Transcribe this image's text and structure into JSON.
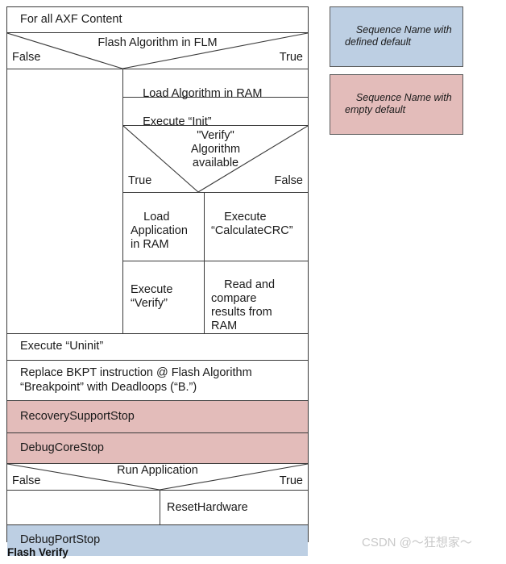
{
  "caption": "Flash Verify",
  "watermark": "CSDN @～狂想家～",
  "colors": {
    "pink": "#e3bcba",
    "blue": "#bdcfe3",
    "stroke": "#3a3a3a",
    "text": "#1a1a1a"
  },
  "legend": {
    "defined": "Sequence Name with\ndefined default",
    "empty": "Sequence Name with\nempty default"
  },
  "flow": {
    "header": "For all AXF Content",
    "decision_flm": {
      "title": "Flash Algorithm in FLM",
      "left_label": "False",
      "right_label": "True"
    },
    "load_algorithm": "Load Algorithm in RAM",
    "execute_init": "Execute “Init”",
    "decision_verify": {
      "title": "\"Verify\"\nAlgorithm\navailable",
      "left_label": "True",
      "right_label": "False"
    },
    "load_application": "Load\nApplication\nin RAM",
    "execute_calculatecrc": "Execute\n“CalculateCRC”",
    "execute_verify": "Execute\n“Verify”",
    "read_compare": "Read and\ncompare\nresults from\nRAM",
    "execute_uninit": "Execute “Uninit”",
    "replace_bkpt": "Replace BKPT instruction @ Flash Algorithm\n“Breakpoint” with Deadloops (“B.”)",
    "recovery_support_stop": "RecoverySupportStop",
    "debug_core_stop": "DebugCoreStop",
    "decision_run": {
      "title": "Run Application",
      "left_label": "False",
      "right_label": "True"
    },
    "reset_hardware": "ResetHardware",
    "debug_port_stop": "DebugPortStop"
  }
}
